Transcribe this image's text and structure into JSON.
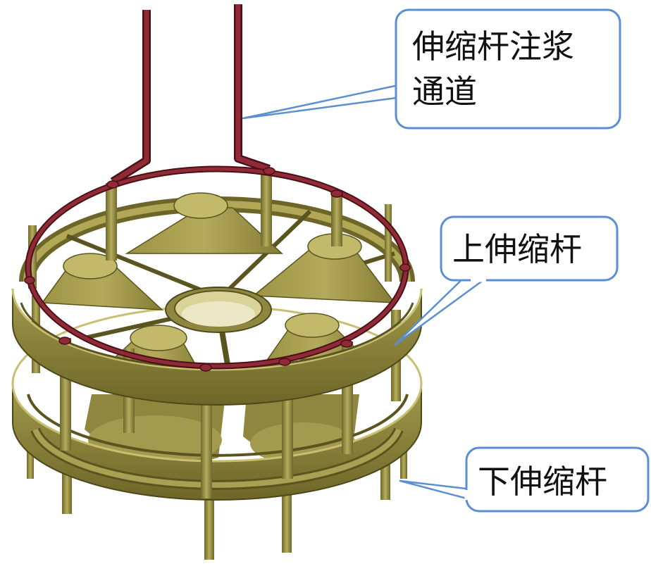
{
  "callouts": {
    "grouting_channel": {
      "line1": "伸缩杆注浆",
      "line2": "通道"
    },
    "upper_rod": {
      "label": "上伸缩杆"
    },
    "lower_rod": {
      "label": "下伸缩杆"
    }
  },
  "colors": {
    "frame_body": "#8b8236",
    "frame_dark": "#5a5420",
    "frame_light": "#b5ad5e",
    "pipe": "#7b1f2a",
    "callout_border": "#5b8fd0",
    "callout_fill": "#ffffff"
  }
}
